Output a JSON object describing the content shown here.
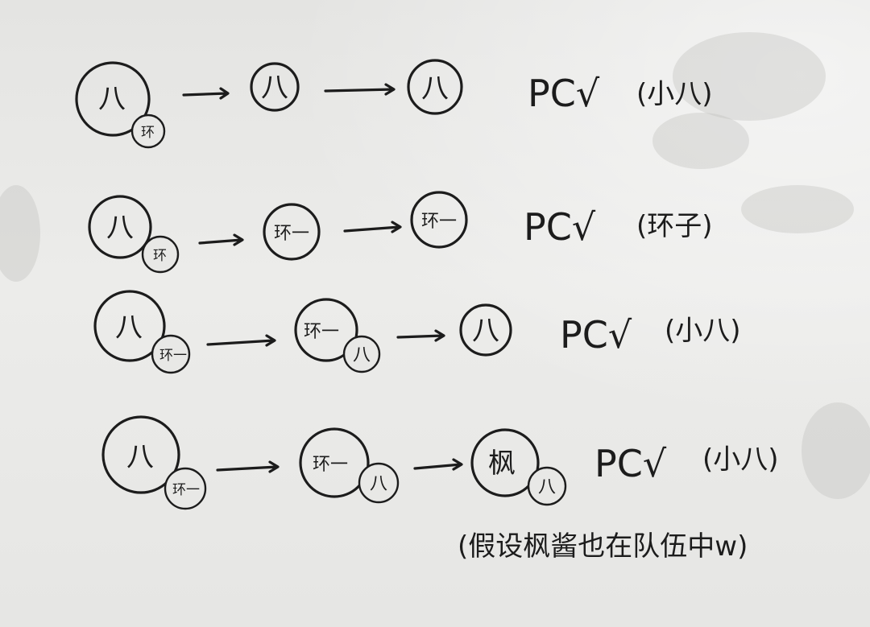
{
  "rows": [
    {
      "start_big": "八",
      "start_small": "环",
      "mid_big": "八",
      "mid_small": "",
      "end_big": "八",
      "end_small": "",
      "verdict": "PC√",
      "note": "(小八)"
    },
    {
      "start_big": "八",
      "start_small": "环",
      "mid_big": "环一",
      "mid_small": "",
      "end_big": "环一",
      "end_small": "",
      "verdict": "PC√",
      "note": "(环子)"
    },
    {
      "start_big": "八",
      "start_small": "环一",
      "mid_big": "环一",
      "mid_small": "八",
      "end_big": "八",
      "end_small": "",
      "verdict": "PC√",
      "note": "(小八)"
    },
    {
      "start_big": "八",
      "start_small": "环一",
      "mid_big": "环一",
      "mid_small": "八",
      "end_big": "枫",
      "end_small": "八",
      "verdict": "PC√",
      "note": "(小八)"
    }
  ],
  "footnote": "(假设枫酱也在队伍中w)"
}
